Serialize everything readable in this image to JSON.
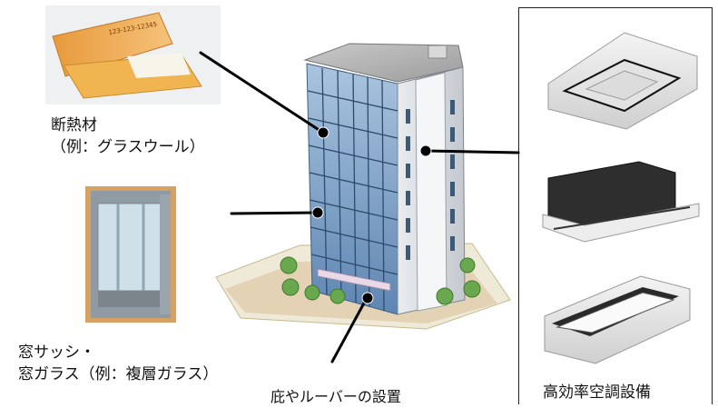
{
  "labels": {
    "insulation_line1": "断熱材",
    "insulation_line2": "（例：グラスウール）",
    "window_line1": "窓サッシ・",
    "window_line2": "窓ガラス（例：複層ガラス）",
    "eaves": "庇やルーバーの設置",
    "hvac": "高効率空調設備"
  },
  "insulation_package_text": "123-123-12345"
}
